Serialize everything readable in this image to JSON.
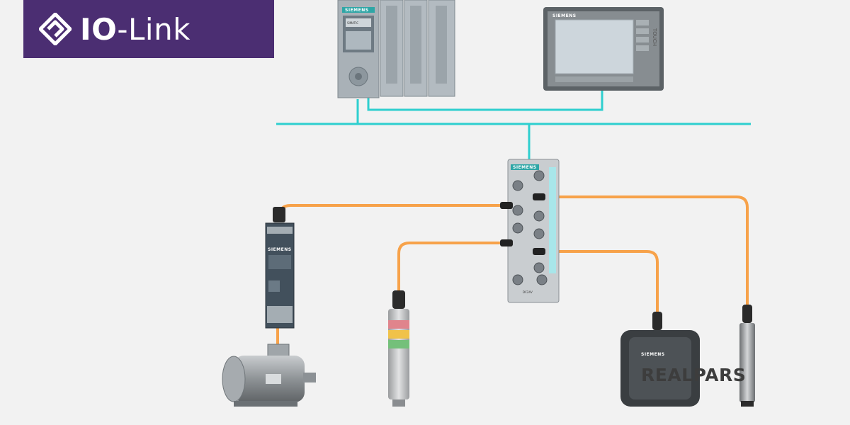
{
  "logo": {
    "part1": "IO",
    "part2": "-Link"
  },
  "devices": {
    "plc_brand": "SIEMENS",
    "plc_model": "SIMATIC",
    "hmi_brand": "SIEMENS",
    "hmi_side_label": "TOUCH",
    "master_brand": "SIEMENS",
    "master_label": "DC24V",
    "starter_brand": "SIEMENS",
    "rfid_brand": "SIEMENS"
  },
  "watermark": "REALPARS",
  "colors": {
    "logo_bg": "#4b2e72",
    "network_line": "#2ecfcf",
    "io_link_cable": "#f7a24a",
    "background": "#f2f2f2"
  }
}
